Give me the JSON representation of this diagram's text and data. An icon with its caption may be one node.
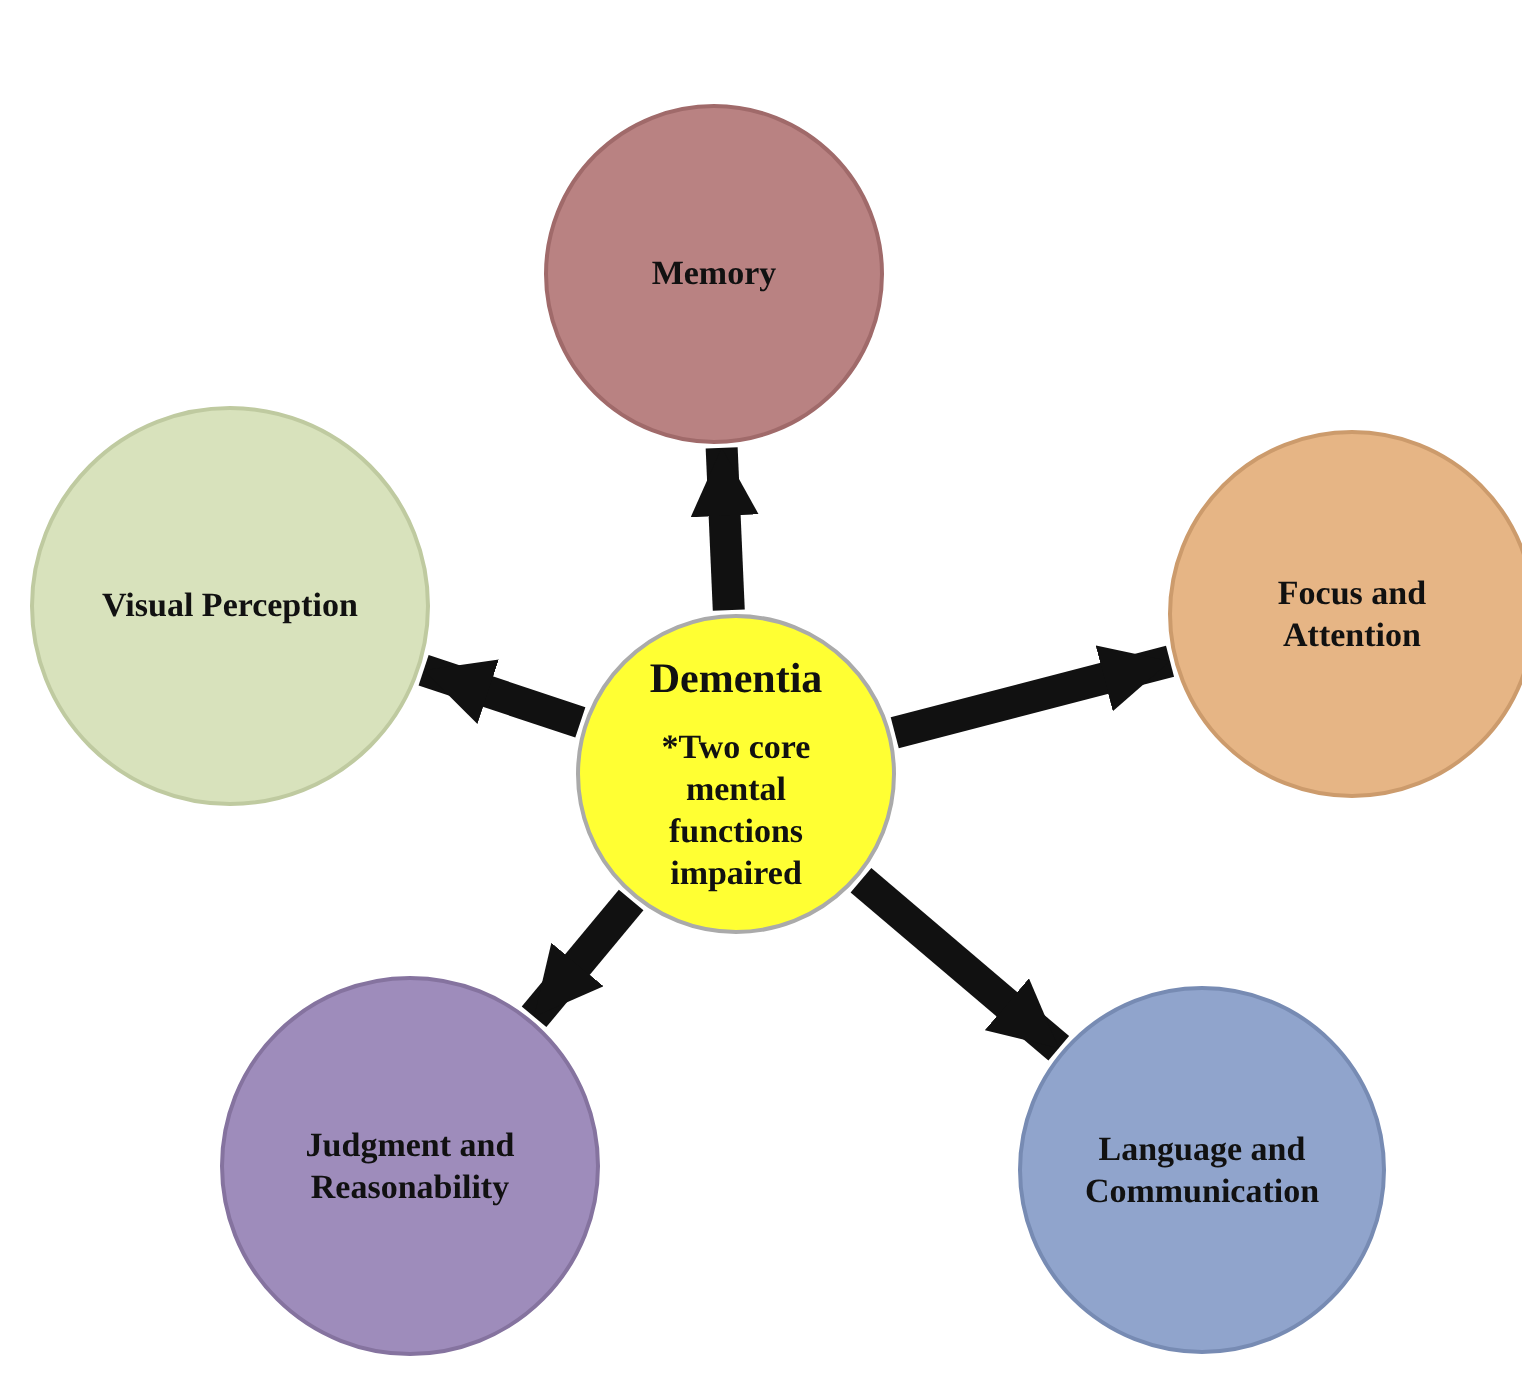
{
  "diagram": {
    "nodes": [
      {
        "text": [
          "Memory"
        ]
      },
      {
        "text": [
          "Visual Perception"
        ]
      },
      {
        "text": [
          "Focus and Attention"
        ]
      },
      {
        "text": [
          "Dementia",
          "*Two core mental functions impaired"
        ]
      },
      {
        "text": [
          "Judgment and Reasonability"
        ]
      },
      {
        "text": [
          "Language and Communication"
        ]
      }
    ],
    "edges": [
      {
        "from": 3,
        "to": 0,
        "arrow": "to"
      },
      {
        "from": 3,
        "to": 2,
        "arrow": "to"
      },
      {
        "from": 3,
        "to": 5,
        "arrow": "to"
      },
      {
        "from": 3,
        "to": 4,
        "arrow": "to"
      },
      {
        "from": 3,
        "to": 1,
        "arrow": "to"
      }
    ]
  }
}
